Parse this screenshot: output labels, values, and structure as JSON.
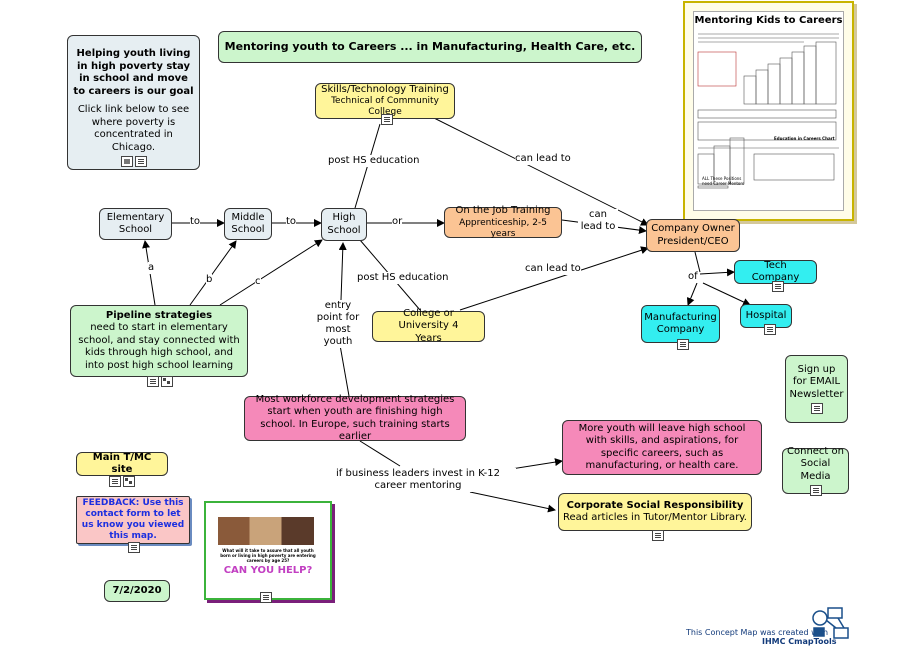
{
  "map": {
    "title": "Mentoring youth to Careers ... in Manufacturing, Health Care, etc.",
    "intro": {
      "bold": "Helping youth living in high poverty stay in school and move to careers is our goal",
      "rest": "Click link below to see where poverty is concentrated in Chicago."
    },
    "nodes": {
      "elementary": "Elementary School",
      "middle": "Middle School",
      "high": "High School",
      "skills_line1": "Skills/Technology Training",
      "skills_line2": "Technical of Community College",
      "ojt_line1": "On the Job Training",
      "ojt_line2": "Apprenticeship, 2-5 years",
      "college": "College or University 4 Years",
      "owner": "Company Owner President/CEO",
      "tech": "Tech Company",
      "manufacturing": "Manufacturing Company",
      "hospital": "Hospital",
      "pipeline_title": "Pipeline strategies",
      "pipeline_body": "need to start in elementary school, and stay connected with kids through high school, and into post high school learning",
      "workforce": "Most workforce development strategies start when youth are finishing high school. In Europe, such training starts earlier",
      "more_youth": "More youth will leave high school with skills, and aspirations, for specific careers, such as manufacturing, or health care.",
      "csr_title": "Corporate Social Responsibility",
      "csr_body": "Read articles in Tutor/Mentor Library.",
      "signup": "Sign up for EMAIL Newsletter",
      "social": "Connect on Social Media",
      "main_site": "Main T/MC site",
      "feedback": "FEEDBACK: Use this contact form to let us know you viewed this map.",
      "date": "7/2/2020"
    },
    "links": {
      "to1": "to",
      "to2": "to",
      "or": "or",
      "post_hs_1": "post HS education",
      "post_hs_2": "post HS education",
      "can_lead_1": "can lead to",
      "can_lead_2": "can lead to",
      "can_lead_3": "can lead to",
      "of": "of",
      "a": "a",
      "b": "b",
      "c": "c",
      "entry": "entry point for most youth",
      "if_business": "if business leaders invest in K-12 career mentoring"
    },
    "thumbnail": {
      "title": "Mentoring Kids to Careers",
      "caption1": "Education in Careers Chart",
      "caption2": "ALL These Positions need Career Mentors"
    },
    "poster": {
      "question": "What will it take to assure that all youth born or living in high poverty are entering careers by age 25?",
      "cta": "CAN YOU HELP?"
    },
    "footer": {
      "line1": "This Concept Map was created with",
      "line2": "IHMC CmapTools"
    }
  },
  "colors": {
    "green": "#ccf5cc",
    "gray": "#e6eef2",
    "yellow": "#fff59a",
    "orange": "#fbc494",
    "cyan": "#33eef0",
    "pink": "#f589b9",
    "feedback": "#fac6c6",
    "feedback_text": "#1c2fe0"
  }
}
